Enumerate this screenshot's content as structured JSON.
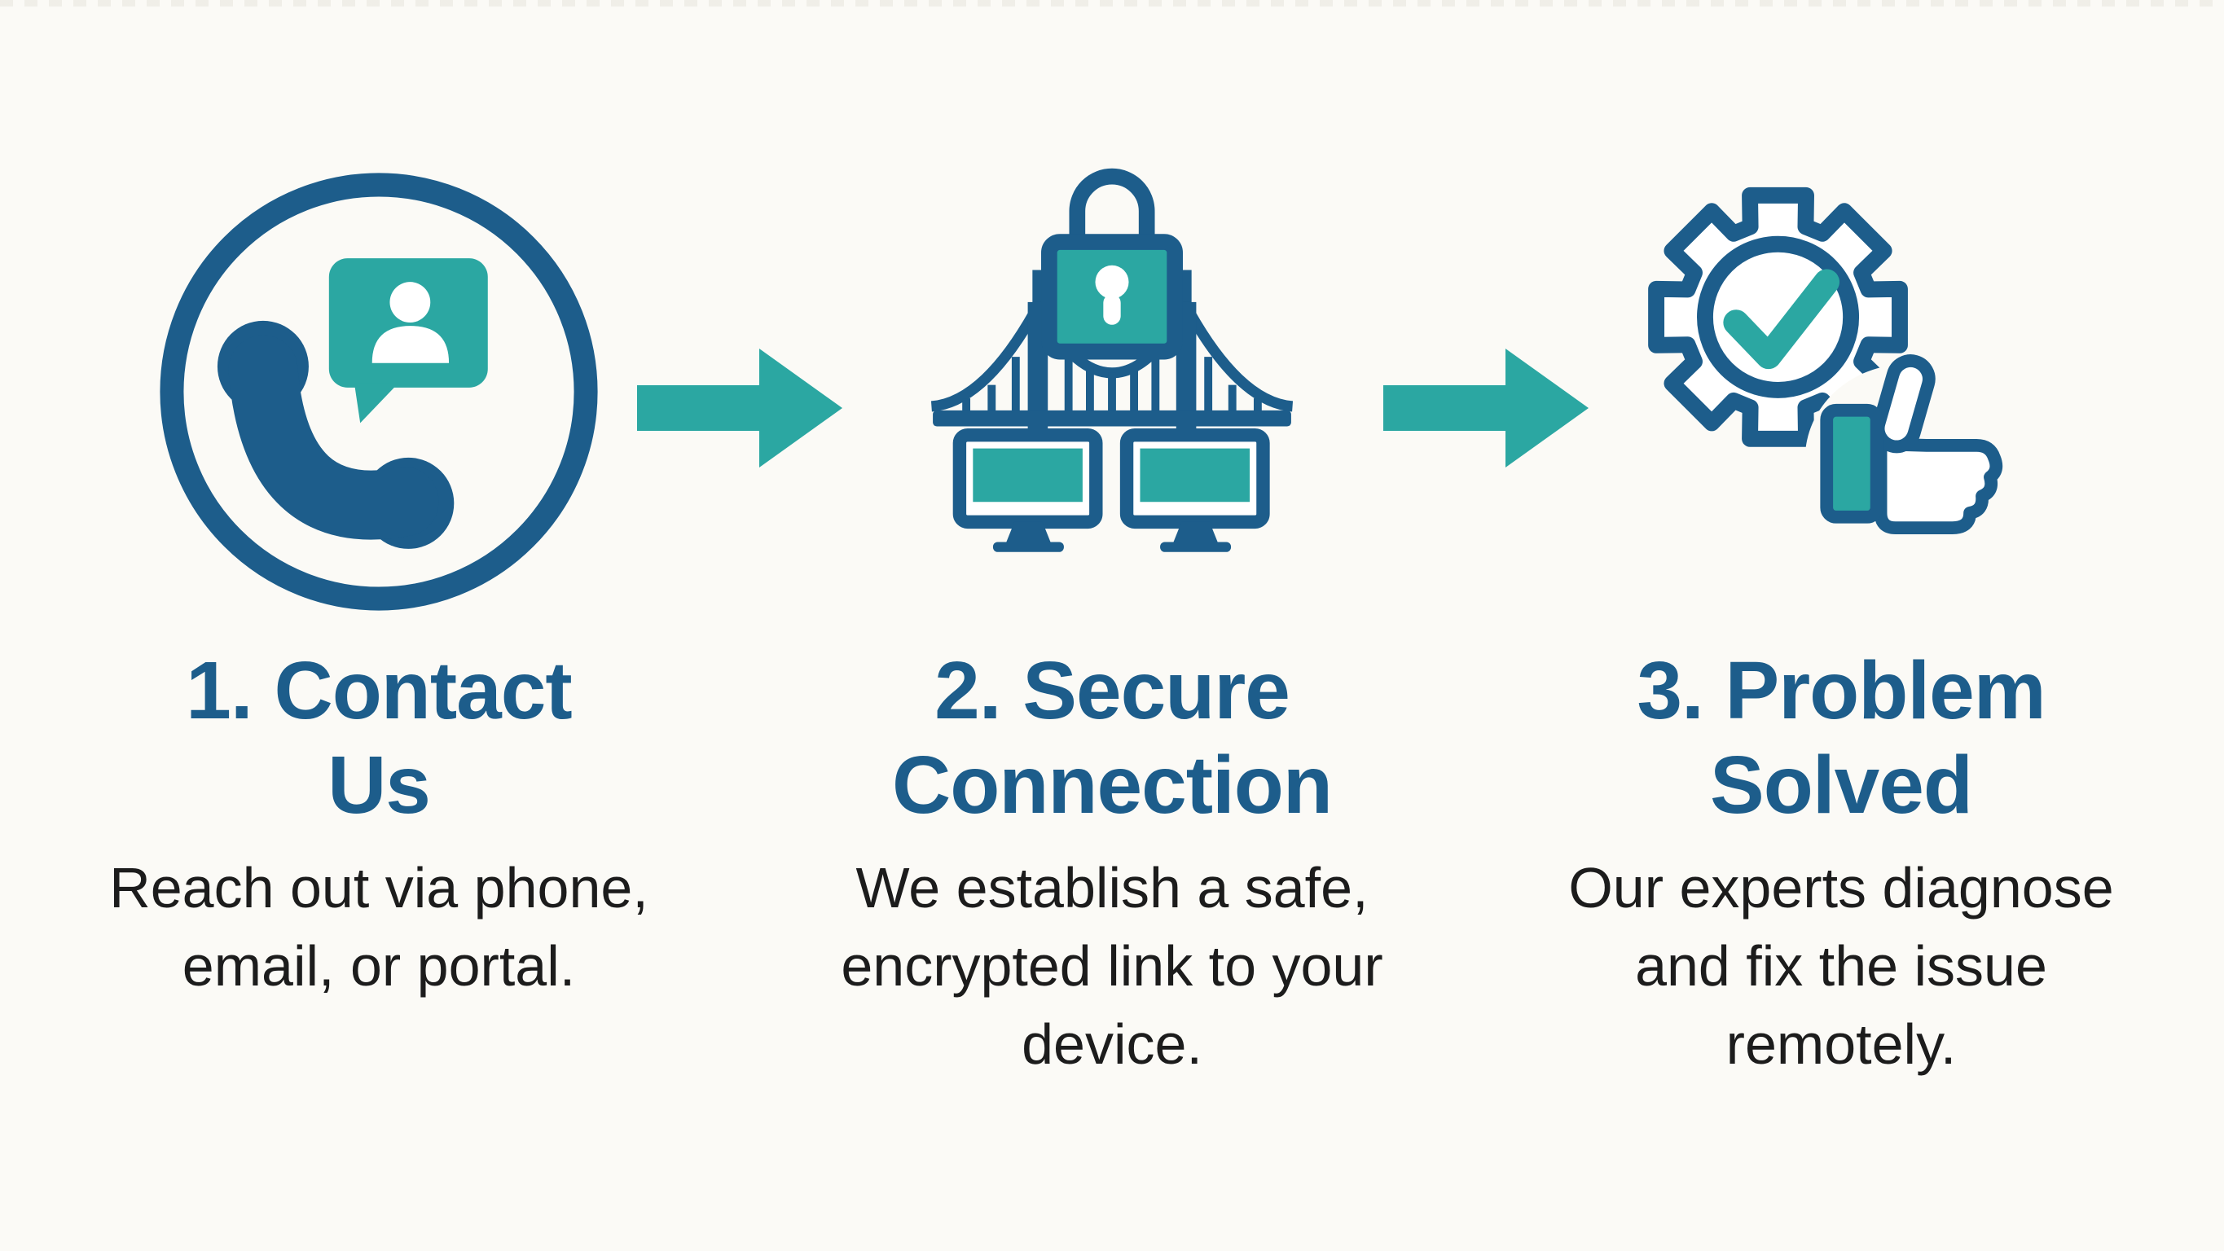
{
  "colors": {
    "blue": "#1d5d8b",
    "teal": "#2ba7a2",
    "text": "#1c1c1c",
    "background": "#fbfaf6"
  },
  "steps": [
    {
      "icon": "phone-chat-circle-icon",
      "title": "1. Contact Us",
      "title_lines": [
        "1. Contact",
        "Us"
      ],
      "description": "Reach out via phone, email, or portal.",
      "desc_lines": [
        "Reach out via phone,",
        "email, or portal."
      ]
    },
    {
      "icon": "bridge-lock-computers-icon",
      "title": "2. Secure Connection",
      "title_lines": [
        "2. Secure",
        "Connection"
      ],
      "description": "We establish a safe, encrypted link to your device.",
      "desc_lines": [
        "We establish a safe,",
        "encrypted link to your",
        "device."
      ]
    },
    {
      "icon": "gear-check-thumbs-up-icon",
      "title": "3. Problem Solved",
      "title_lines": [
        "3. Problem",
        "Solved"
      ],
      "description": "Our experts diagnose and fix the issue remotely.",
      "desc_lines": [
        "Our experts diagnose",
        "and fix the issue",
        "remotely."
      ]
    }
  ],
  "arrows": [
    {
      "name": "arrow-step1-to-step2"
    },
    {
      "name": "arrow-step2-to-step3"
    }
  ]
}
